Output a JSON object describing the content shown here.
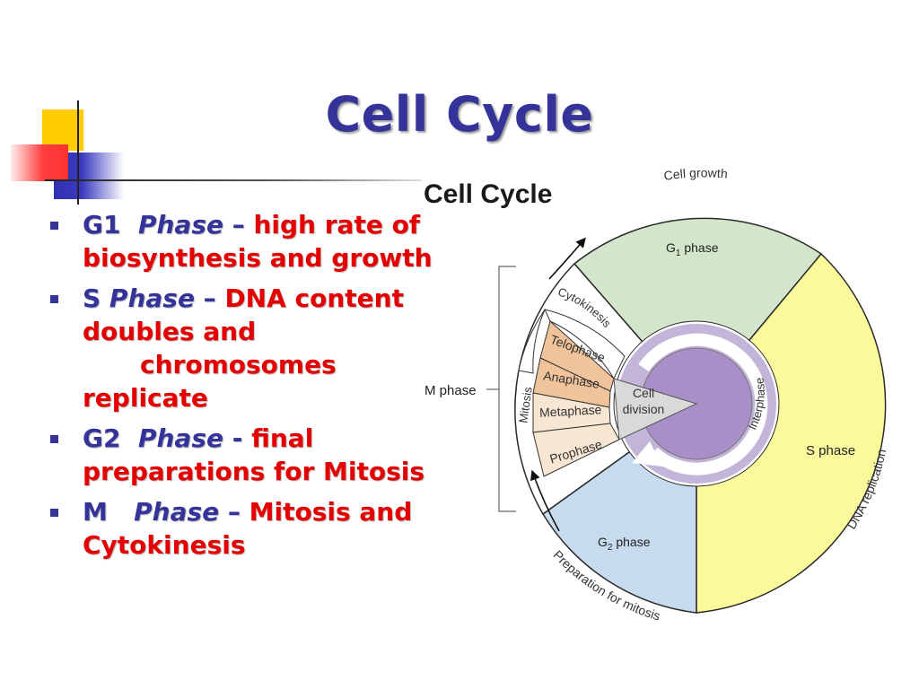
{
  "slide": {
    "title": "Cell Cycle",
    "bullets": [
      {
        "key": "G1",
        "phase": "Phase",
        "sep": " – ",
        "desc_1": "high rate of biosynthesis and growth"
      },
      {
        "key": "S",
        "phase": "Phase",
        "sep": " – ",
        "desc_1": "DNA content doubles and",
        "desc_2": "chromosomes replicate"
      },
      {
        "key": "G2",
        "phase": "Phase",
        "sep": " - ",
        "desc_1": "final preparations for Mitosis"
      },
      {
        "key": "M",
        "phase": "Phase",
        "sep": " – ",
        "desc_1": "Mitosis and Cytokinesis"
      }
    ]
  },
  "diagram": {
    "title": "Cell Cycle",
    "phases": {
      "g1": {
        "letter": "G",
        "sub": "1",
        "word": "phase"
      },
      "s": "S phase",
      "g2": {
        "letter": "G",
        "sub": "2",
        "word": "phase"
      }
    },
    "outer_labels": {
      "cell_growth": "Cell growth",
      "dna_replication": "DNA replication",
      "preparation_for_mitosis": "Preparation for mitosis"
    },
    "m_phase": "M phase",
    "mitosis": "Mitosis",
    "cytokinesis": "Cytokinesis",
    "mitosis_stages": [
      "Telophase",
      "Anaphase",
      "Metaphase",
      "Prophase"
    ],
    "cell_division": [
      "Cell",
      "division"
    ],
    "interphase": "Interphase",
    "colors": {
      "g1": "#d3e5cb",
      "s": "#fafa9c",
      "g2": "#c7dbee",
      "stages_dark": "#f0c39a",
      "stages_light": "#f7e6d2",
      "ring": "#c3b4da",
      "core": "#a98fc8",
      "title": "#333399",
      "bullet_text": "#e40000"
    }
  }
}
